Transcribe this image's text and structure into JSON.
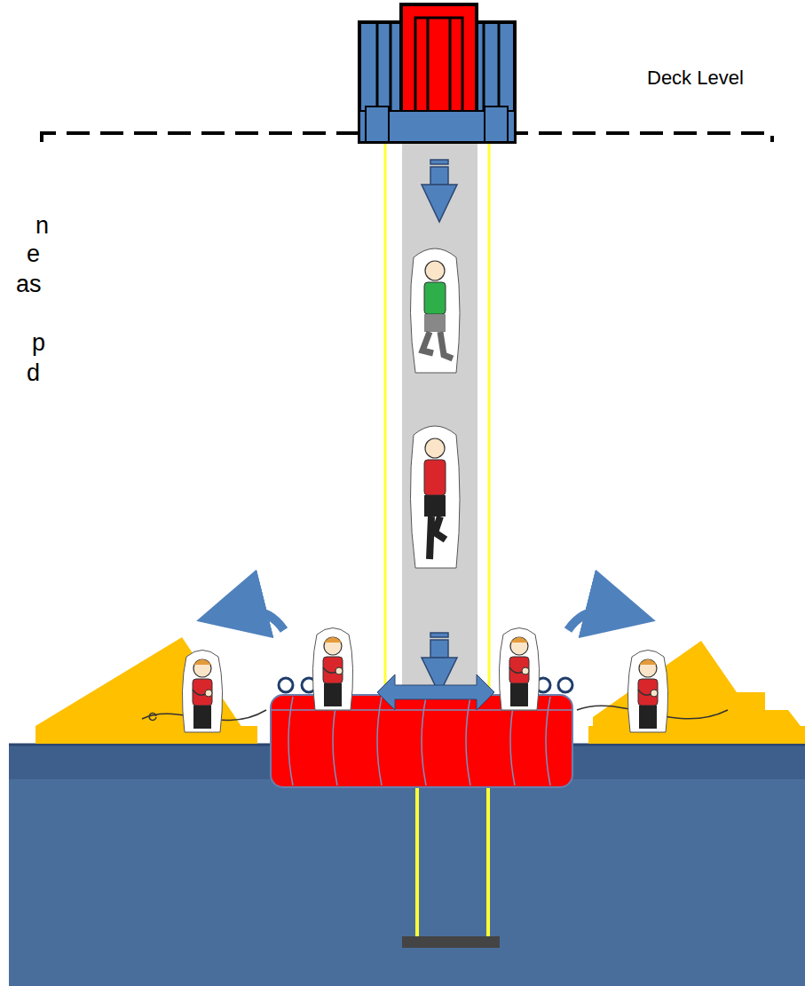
{
  "diagram": {
    "labels": [
      "Deck Level",
      "n",
      "e",
      "as",
      "p",
      "d"
    ]
  }
}
